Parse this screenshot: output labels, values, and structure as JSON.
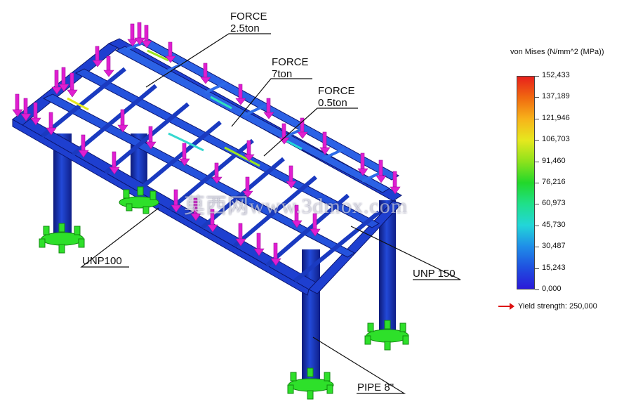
{
  "callouts": {
    "force1_line1": "FORCE",
    "force1_line2": "2.5ton",
    "force2_line1": "FORCE",
    "force2_line2": "7ton",
    "force3_line1": "FORCE",
    "force3_line2": "0.5ton",
    "unp100": "UNP100",
    "unp150": "UNP 150",
    "pipe": "PIPE 8\""
  },
  "legend": {
    "title": "von Mises (N/mm^2 (MPa))",
    "ticks": [
      "152,433",
      "137,189",
      "121,946",
      "106,703",
      "91,460",
      "76,216",
      "60,973",
      "45,730",
      "30,487",
      "15,243",
      "0,000"
    ],
    "yield_label": "Yield strength: 250,000",
    "gradient_colors": [
      "#e8201c",
      "#f06a10",
      "#f7b31a",
      "#e6e81e",
      "#8ee21c",
      "#22d82a",
      "#1fe08a",
      "#22d6d8",
      "#1f8ee8",
      "#1f50e0",
      "#2a1ad8"
    ]
  },
  "watermark": "莫西网www.3dmox.com",
  "colors": {
    "beam_dark": "#12208a",
    "beam_mid": "#1e3fd0",
    "beam_light": "#2f7cf0",
    "force_arrow": "#e01ed0",
    "fixture": "#2ee02a"
  }
}
